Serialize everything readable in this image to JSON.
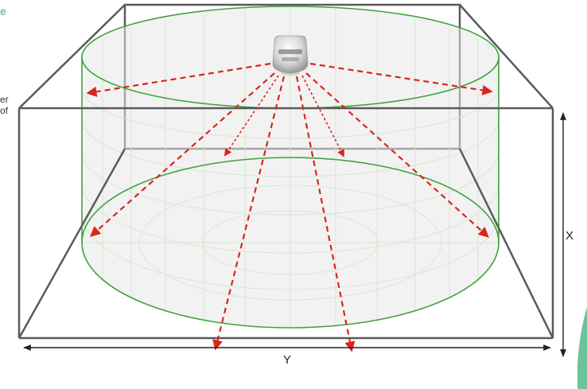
{
  "labels": {
    "dimension_x": "X",
    "dimension_y": "Y",
    "fragment_top": "e",
    "fragment_left_1": "er",
    "fragment_left_2": "of"
  },
  "colors": {
    "coverage_outline": "#3fa33a",
    "arrows": "#d9261c",
    "room_outline": "#5a5a5a",
    "accent_green": "#6cc39a",
    "grid": "#d7e6d2"
  },
  "icons": {
    "detector": "ceiling-sensor-icon"
  }
}
